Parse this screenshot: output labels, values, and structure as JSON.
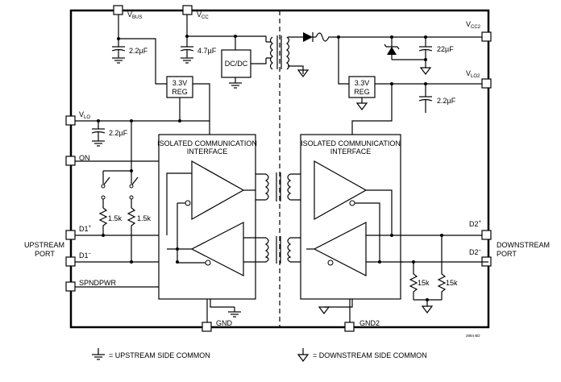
{
  "pins": {
    "vbus": "V",
    "vbus_sub": "BUS",
    "vcc": "V",
    "vcc_sub": "CC",
    "vlo": "V",
    "vlo_sub": "LO",
    "on": "ON",
    "d1p": "D1",
    "d1p_sup": "+",
    "d1m": "D1",
    "d1m_sup": "–",
    "spndpwr": "SPNDPWR",
    "gnd": "GND",
    "vcc2": "V",
    "vcc2_sub": "CC2",
    "vlo2": "V",
    "vlo2_sub": "LO2",
    "d2p": "D2",
    "d2p_sup": "+",
    "d2m": "D2",
    "d2m_sup": "–",
    "gnd2": "GND2"
  },
  "components": {
    "cap_vbus": "2.2µF",
    "cap_vcc": "4.7µF",
    "cap_vlo": "2.2µF",
    "cap_vcc2": "22µF",
    "cap_vlo2": "2.2µF",
    "r_d1p": "1.5k",
    "r_d1m": "1.5k",
    "r_d2p": "15k",
    "r_d2m": "15k",
    "dcdc": "DC/DC",
    "reg_left_1": "3.3V",
    "reg_left_2": "REG",
    "reg_right_1": "3.3V",
    "reg_right_2": "REG"
  },
  "blocks": {
    "left_title_1": "ISOLATED COMMUNICATION",
    "left_title_2": "INTERFACE",
    "right_title_1": "ISOLATED COMMUNICATION",
    "right_title_2": "INTERFACE"
  },
  "ports": {
    "upstream_1": "UPSTREAM",
    "upstream_2": "PORT",
    "downstream_1": "DOWNSTREAM",
    "downstream_2": "PORT"
  },
  "legend": {
    "upstream_common": "= UPSTREAM SIDE COMMON",
    "downstream_common": "= DOWNSTREAM SIDE COMMON"
  },
  "figure_number": "2884 BD"
}
